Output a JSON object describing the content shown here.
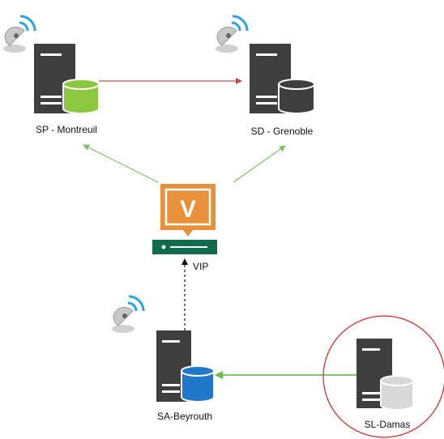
{
  "nodes": {
    "sp": {
      "label": "SP - Montreuil",
      "db_color": "#8dc63f",
      "has_wifi": true
    },
    "sd": {
      "label": "SD - Grenoble",
      "db_color": "#3f3f3f",
      "has_wifi": true
    },
    "sa": {
      "label": "SA-Beyrouth",
      "db_color": "#1f78c8",
      "has_wifi": true
    },
    "sl": {
      "label": "SL-Damas",
      "db_color": "#d8d8d8",
      "has_wifi": false,
      "highlight_color": "#e02020"
    }
  },
  "vip": {
    "label": "VIP",
    "logo_letter": "V",
    "logo_color": "#e8913a",
    "device_color": "#0f6b4c"
  },
  "edges": {
    "replication_color": "#c0504d",
    "vip_link_color": "#7fbf6a",
    "sl_to_sa_color": "#6cbf4f",
    "sa_to_vip_style": "dashed"
  },
  "colors": {
    "server_body": "#3f3f3f",
    "wifi_blue": "#2aa3e0",
    "dish_gray": "#c8c8c8"
  }
}
